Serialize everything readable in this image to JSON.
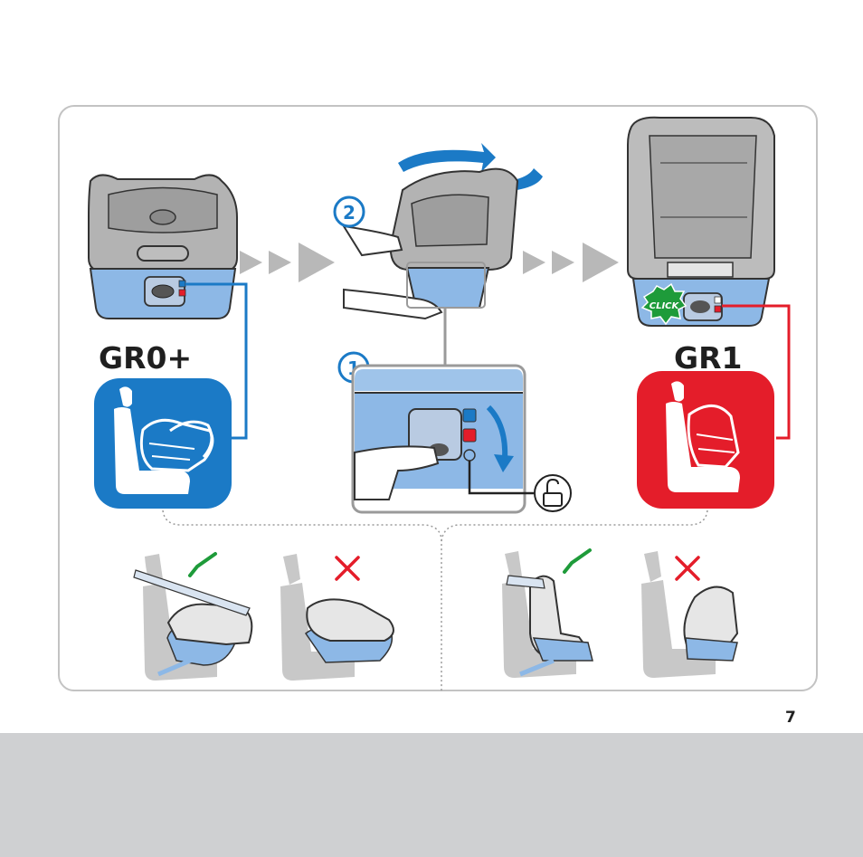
{
  "page": {
    "number": "7"
  },
  "labels": {
    "group_zero_plus": "GR0+",
    "group_one": "GR1",
    "step_one": "1",
    "step_two": "2",
    "click": "CLICK"
  },
  "colors": {
    "blue": "#1b7ac6",
    "light_blue": "#8db8e6",
    "red": "#e41d2a",
    "green": "#1e9b3a",
    "grey": "#9a9a9a",
    "light_grey": "#d5d5d5",
    "footer": "#cfd0d2"
  },
  "icons": {
    "arrow_chevrons": "triple-chevron-arrow",
    "rotate": "rotation-arrows",
    "unlock": "open-padlock",
    "check": "check-mark",
    "cross": "cross-mark"
  }
}
